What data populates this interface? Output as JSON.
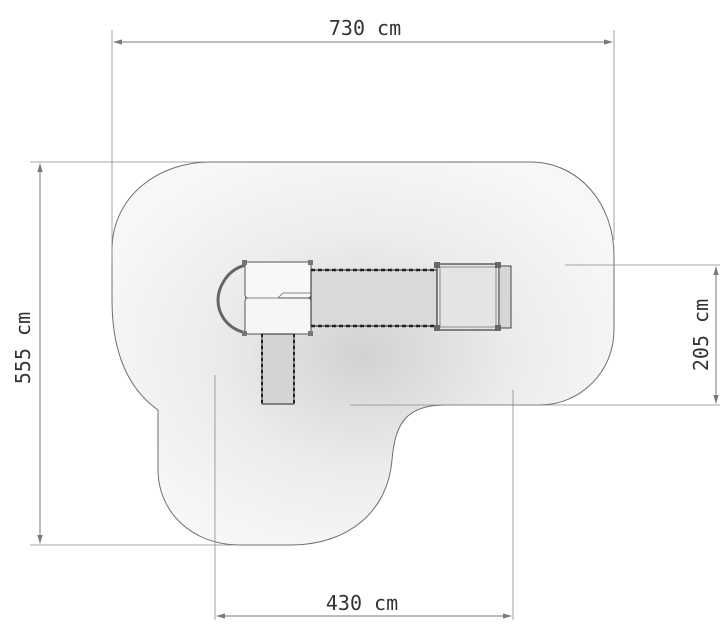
{
  "dimensions": {
    "top_width": "730 cm",
    "left_height": "555 cm",
    "right_height": "205 cm",
    "bottom_width": "430 cm"
  },
  "colors": {
    "line": "#7a7a7a",
    "text": "#333333",
    "zone_fill": "#f4f4f4",
    "zone_stroke": "#6f6f6f"
  }
}
